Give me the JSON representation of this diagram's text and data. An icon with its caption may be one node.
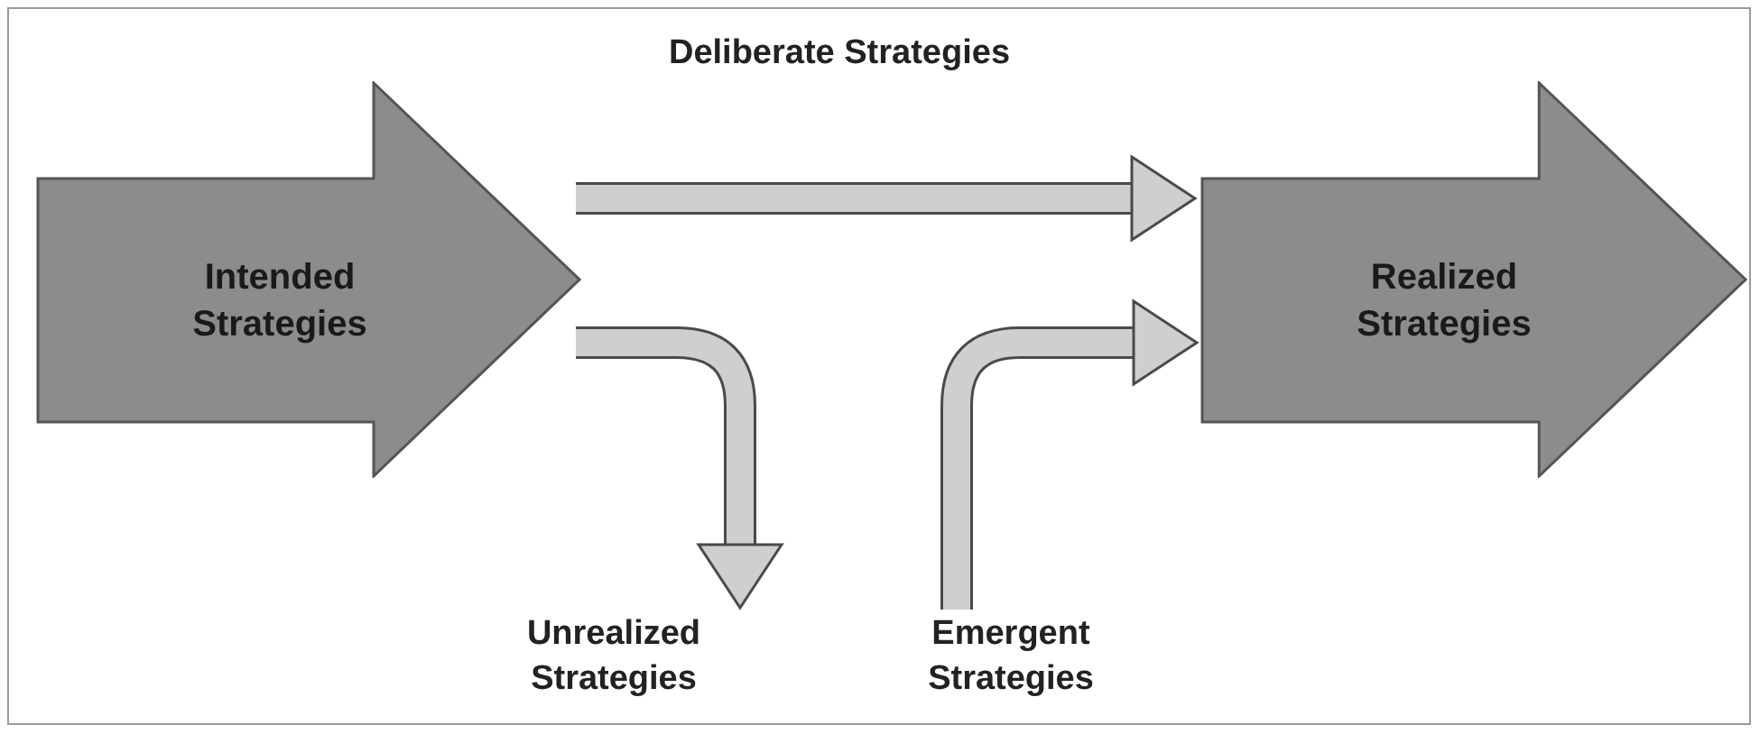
{
  "diagram": {
    "nodes": [
      {
        "text": [
          "Intended Strategies"
        ]
      },
      {
        "text": [
          "Realized Strategies"
        ]
      },
      {
        "text": [
          "Unrealized Strategies"
        ]
      },
      {
        "text": [
          "Emergent Strategies"
        ]
      }
    ],
    "edges": [
      {
        "from": 0,
        "to": 1,
        "arrow": "to",
        "label": "Deliberate Strategies"
      },
      {
        "from": 0,
        "to": 2,
        "arrow": "to"
      },
      {
        "from": 3,
        "to": 1,
        "arrow": "to"
      }
    ]
  }
}
